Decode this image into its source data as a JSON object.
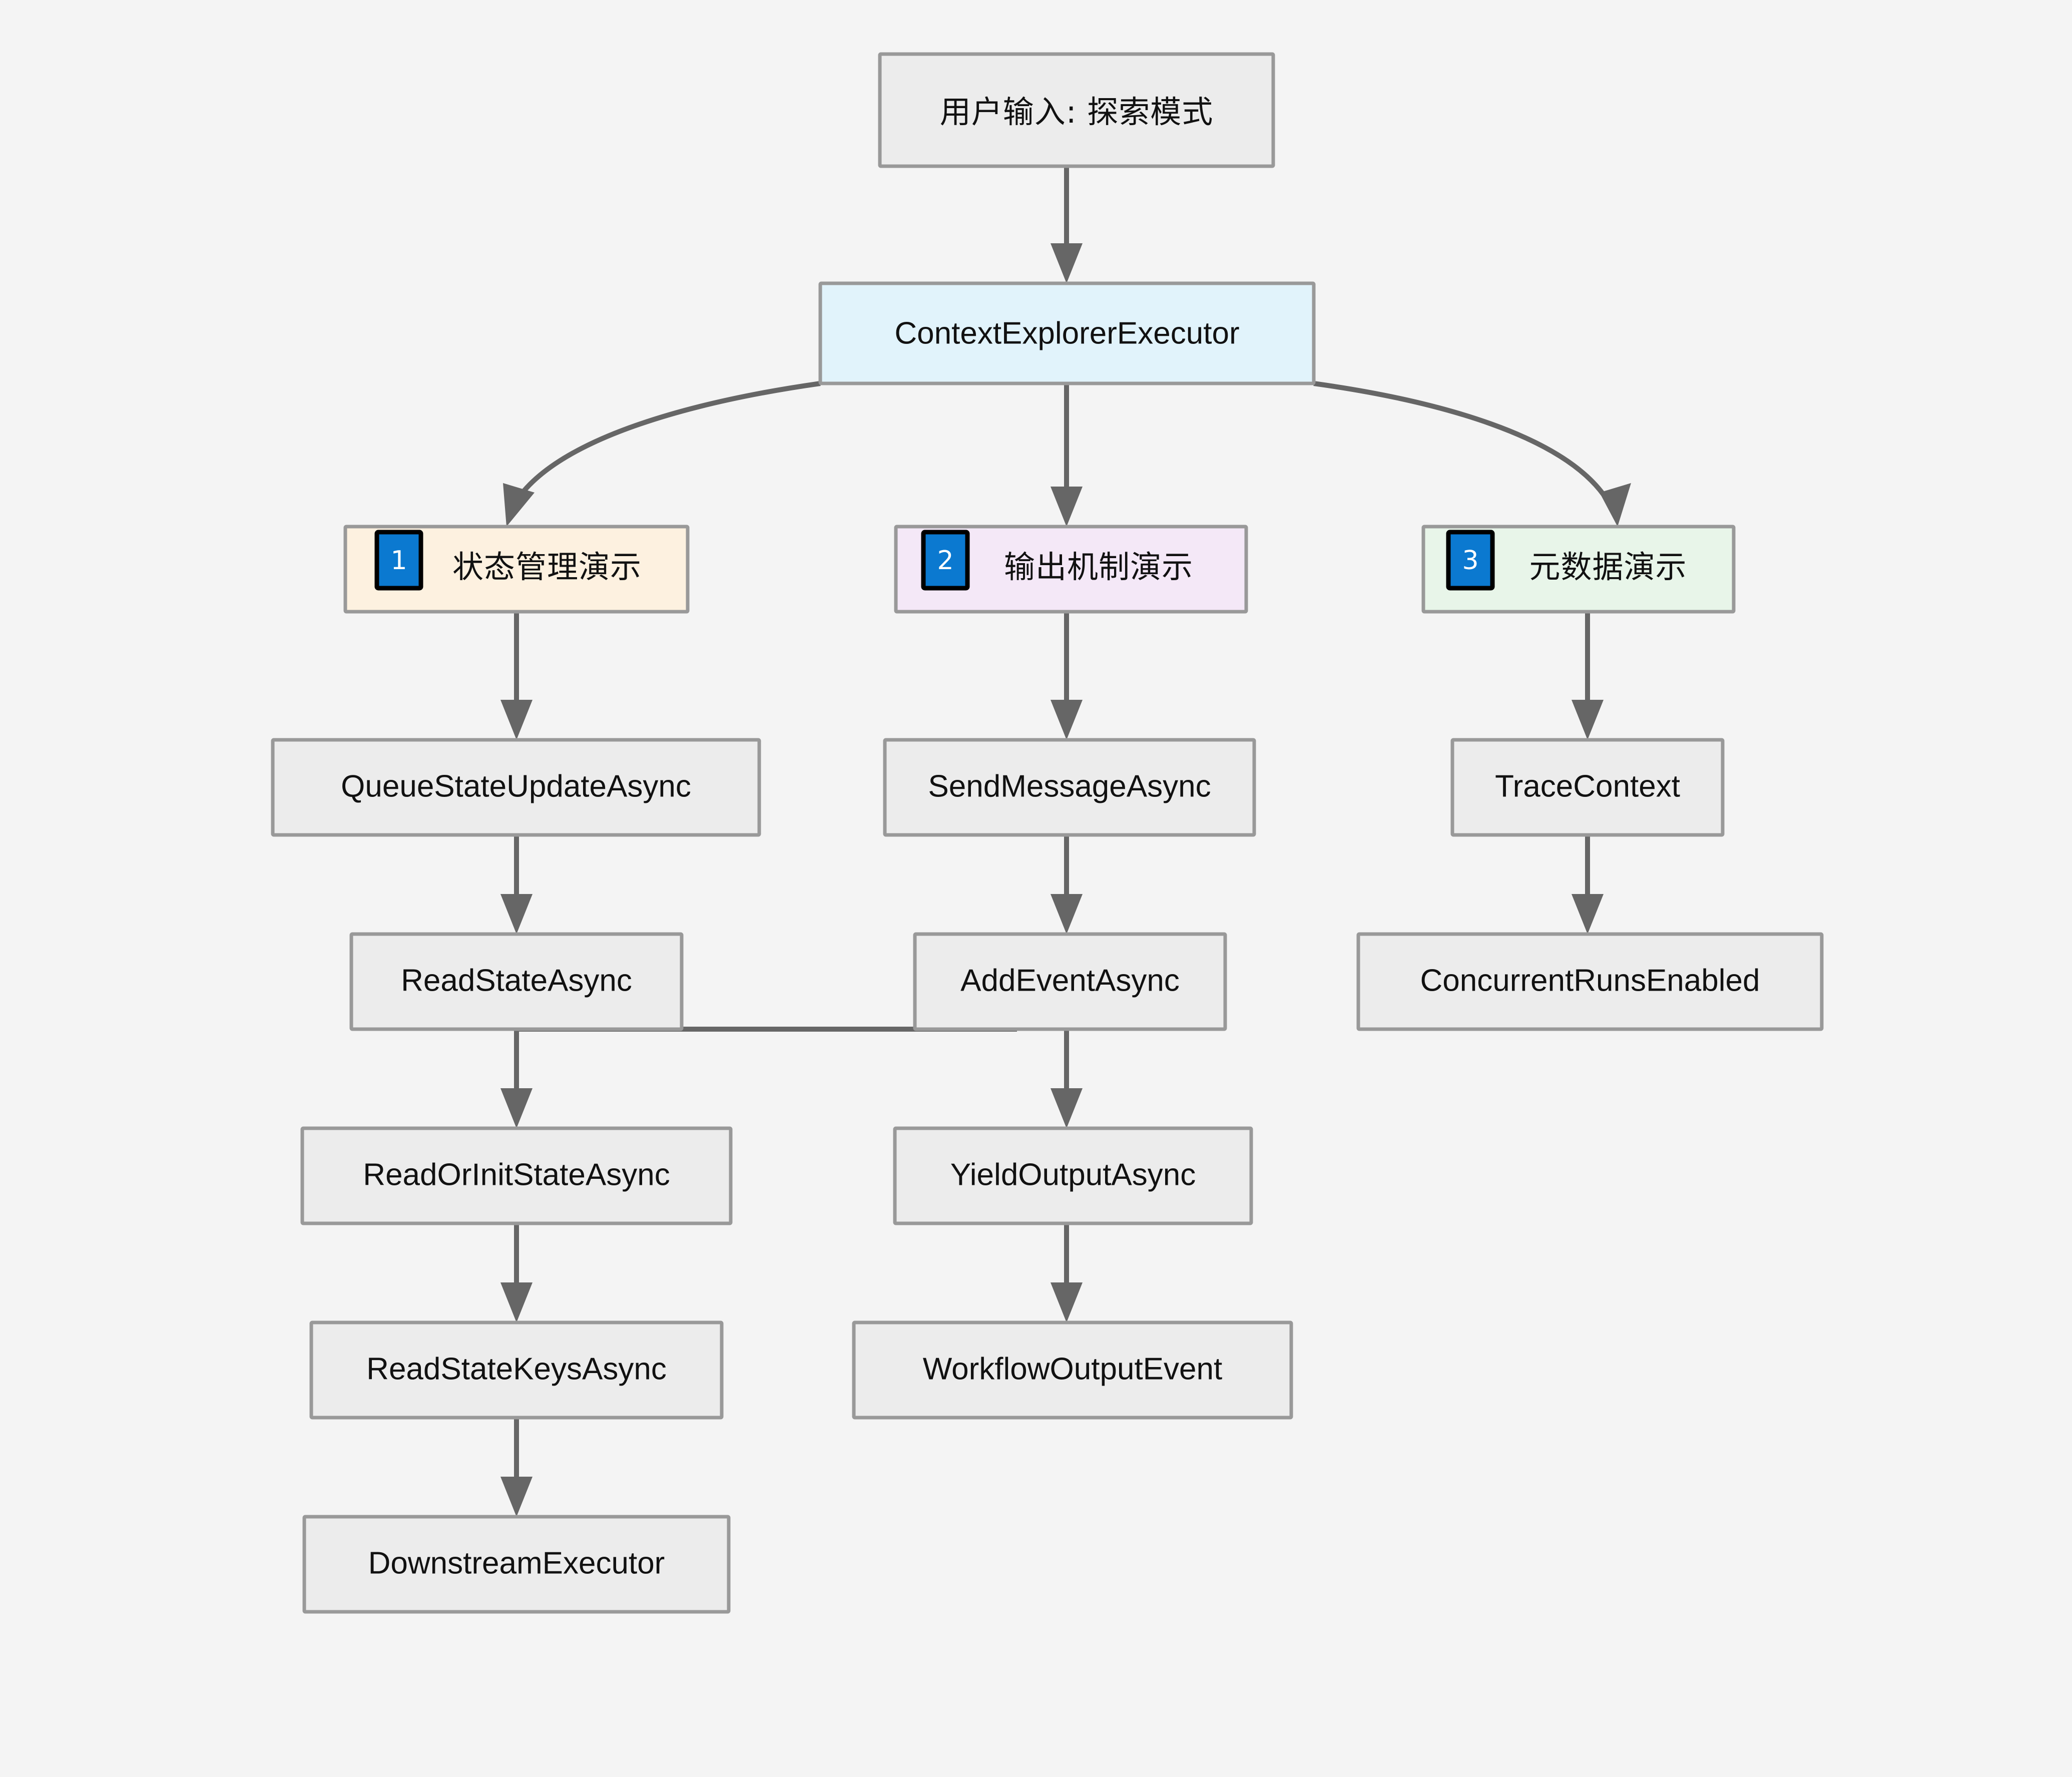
{
  "diagram": {
    "type": "flowchart",
    "direction": "top-down",
    "background_color": "#f4f4f4",
    "default_node_fill": "#ececec",
    "node_border_color": "#999999",
    "edge_color": "#666666",
    "badge_color": "#0b79d0"
  },
  "nodes": {
    "user_input": {
      "label": "用户输入: 探索模式",
      "fill": "#ececec"
    },
    "executor": {
      "label": "ContextExplorerExecutor",
      "fill": "#e1f3fb"
    },
    "branch_1": {
      "badge": "1",
      "label": "状态管理演示",
      "fill": "#fdf1e0"
    },
    "branch_2": {
      "badge": "2",
      "label": "输出机制演示",
      "fill": "#f4e8f7"
    },
    "branch_3": {
      "badge": "3",
      "label": "元数据演示",
      "fill": "#e8f5e9"
    },
    "l1": {
      "label": "QueueStateUpdateAsync",
      "fill": "#ececec"
    },
    "l2": {
      "label": "ReadStateAsync",
      "fill": "#ececec"
    },
    "l3": {
      "label": "ReadOrInitStateAsync",
      "fill": "#ececec"
    },
    "l4": {
      "label": "ReadStateKeysAsync",
      "fill": "#ececec"
    },
    "l5": {
      "label": "DownstreamExecutor",
      "fill": "#ececec"
    },
    "m1": {
      "label": "SendMessageAsync",
      "fill": "#ececec"
    },
    "m2": {
      "label": "AddEventAsync",
      "fill": "#ececec"
    },
    "m3": {
      "label": "YieldOutputAsync",
      "fill": "#ececec"
    },
    "m4": {
      "label": "WorkflowOutputEvent",
      "fill": "#ececec"
    },
    "r1": {
      "label": "TraceContext",
      "fill": "#ececec"
    },
    "r2": {
      "label": "ConcurrentRunsEnabled",
      "fill": "#ececec"
    }
  },
  "edges": [
    {
      "from": "user_input",
      "to": "executor",
      "style": "straight"
    },
    {
      "from": "executor",
      "to": "branch_1",
      "style": "curve-left"
    },
    {
      "from": "executor",
      "to": "branch_2",
      "style": "straight"
    },
    {
      "from": "executor",
      "to": "branch_3",
      "style": "curve-right"
    },
    {
      "from": "branch_1",
      "to": "l1",
      "style": "straight"
    },
    {
      "from": "l1",
      "to": "l2",
      "style": "straight"
    },
    {
      "from": "l2",
      "to": "l3",
      "style": "straight"
    },
    {
      "from": "l3",
      "to": "l4",
      "style": "straight"
    },
    {
      "from": "l4",
      "to": "l5",
      "style": "straight"
    },
    {
      "from": "branch_2",
      "to": "m1",
      "style": "straight"
    },
    {
      "from": "m1",
      "to": "m2",
      "style": "straight"
    },
    {
      "from": "m2",
      "to": "m3",
      "style": "straight"
    },
    {
      "from": "m3",
      "to": "m4",
      "style": "straight"
    },
    {
      "from": "branch_3",
      "to": "r1",
      "style": "straight"
    },
    {
      "from": "r1",
      "to": "r2",
      "style": "straight"
    }
  ]
}
